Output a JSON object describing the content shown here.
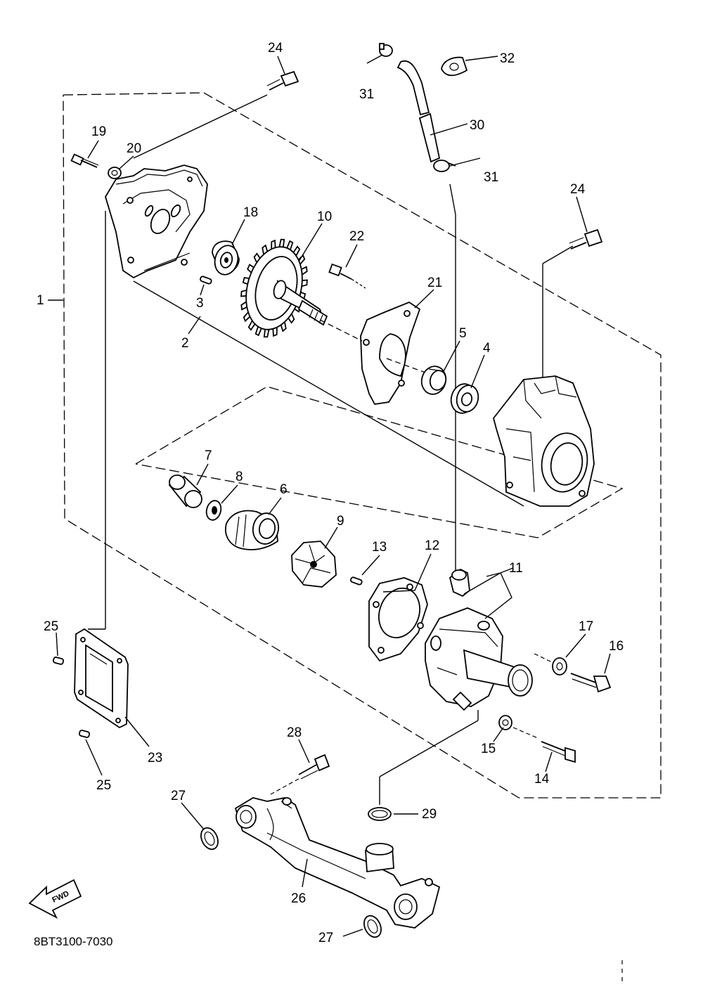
{
  "diagram_code": "8BT3100-7030",
  "fwd_label": "FWD",
  "callouts": {
    "c1": "1",
    "c2": "2",
    "c3": "3",
    "c4": "4",
    "c5": "5",
    "c6": "6",
    "c7": "7",
    "c8": "8",
    "c9": "9",
    "c10": "10",
    "c11": "11",
    "c12": "12",
    "c13": "13",
    "c14": "14",
    "c15": "15",
    "c16": "16",
    "c17": "17",
    "c18": "18",
    "c19": "19",
    "c20": "20",
    "c21": "21",
    "c22": "22",
    "c23": "23",
    "c24a": "24",
    "c24b": "24",
    "c25a": "25",
    "c25b": "25",
    "c26": "26",
    "c27a": "27",
    "c27b": "27",
    "c28": "28",
    "c29": "29",
    "c30": "30",
    "c31a": "31",
    "c31b": "31",
    "c32": "32"
  }
}
